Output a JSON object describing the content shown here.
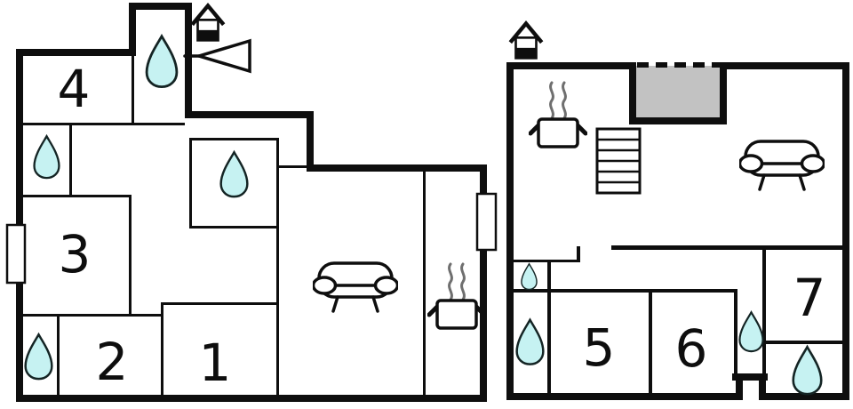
{
  "colors": {
    "background": "#ffffff",
    "wall": "#0e0e0e",
    "water-fill": "#c6f2f2",
    "water-stroke": "#142424",
    "balcony-fill": "#c2c2c2",
    "steam": "#6f6f6f"
  },
  "floor_left": {
    "room_labels": {
      "r1": "1",
      "r2": "2",
      "r3": "3",
      "r4": "4"
    }
  },
  "floor_right": {
    "room_labels": {
      "r5": "5",
      "r6": "6",
      "r7": "7"
    }
  },
  "icons": {
    "water_drop": "water-drop-icon",
    "sofa": "sofa-icon",
    "stove_pot": "steaming-pot-icon",
    "stairs": "stairs-icon",
    "entrance": "entrance-house-icon",
    "view_direction": "view-direction-icon",
    "window": "window-marker",
    "balcony": "balcony-recess"
  }
}
